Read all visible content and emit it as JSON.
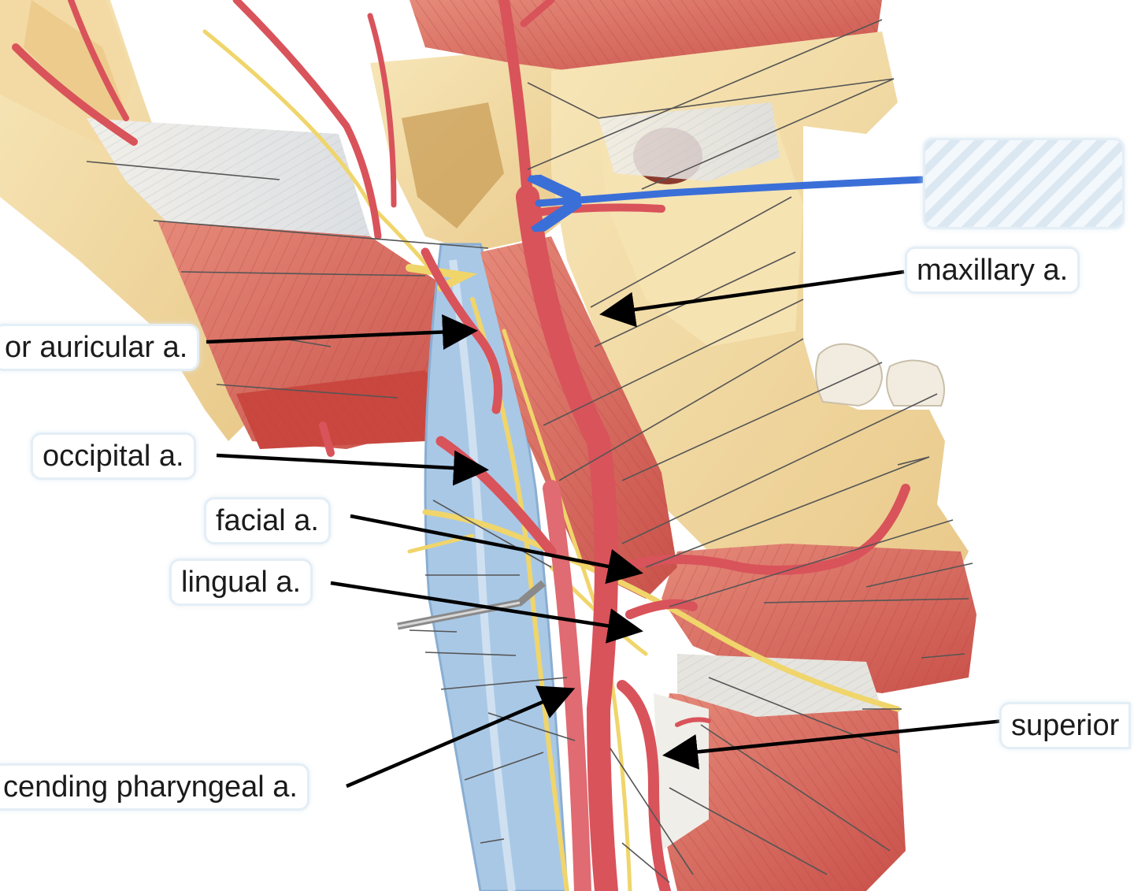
{
  "labels": {
    "maxillary": "maxillary a.",
    "posterior_auricular": "or auricular a.",
    "occipital": "occipital a.",
    "facial": "facial a.",
    "lingual": "lingual a.",
    "ascending_pharyngeal": "cending pharyngeal a.",
    "superior": "superior"
  },
  "hidden_label": {
    "state": "answer-hidden"
  },
  "colors": {
    "artery": "#d9535b",
    "vein": "#a9c8e6",
    "nerve": "#f0d56b",
    "bone": "#f2dba0",
    "muscle": "#d86a5a",
    "fascia": "#e8e6e2",
    "pointer_arrow": "#000000",
    "highlight_arrow": "#3b6fd8",
    "label_glow": "#e4eef6"
  }
}
